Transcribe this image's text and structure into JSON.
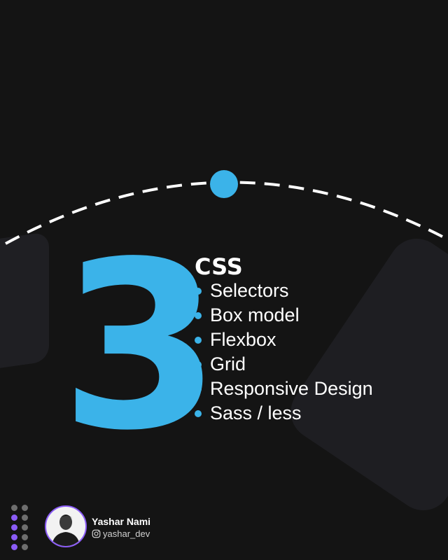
{
  "step_number": "3",
  "heading": "CSS",
  "topics": [
    "Selectors",
    "Box model",
    "Flexbox",
    "Grid",
    "Responsive Design",
    "Sass / less"
  ],
  "author": {
    "name": "Yashar Nami",
    "handle": "yashar_dev"
  },
  "colors": {
    "background": "#141414",
    "accent": "#3bb3e9",
    "text": "#ffffff",
    "avatar_ring": "#8b5cf6"
  },
  "icons": [
    "instagram-icon"
  ]
}
